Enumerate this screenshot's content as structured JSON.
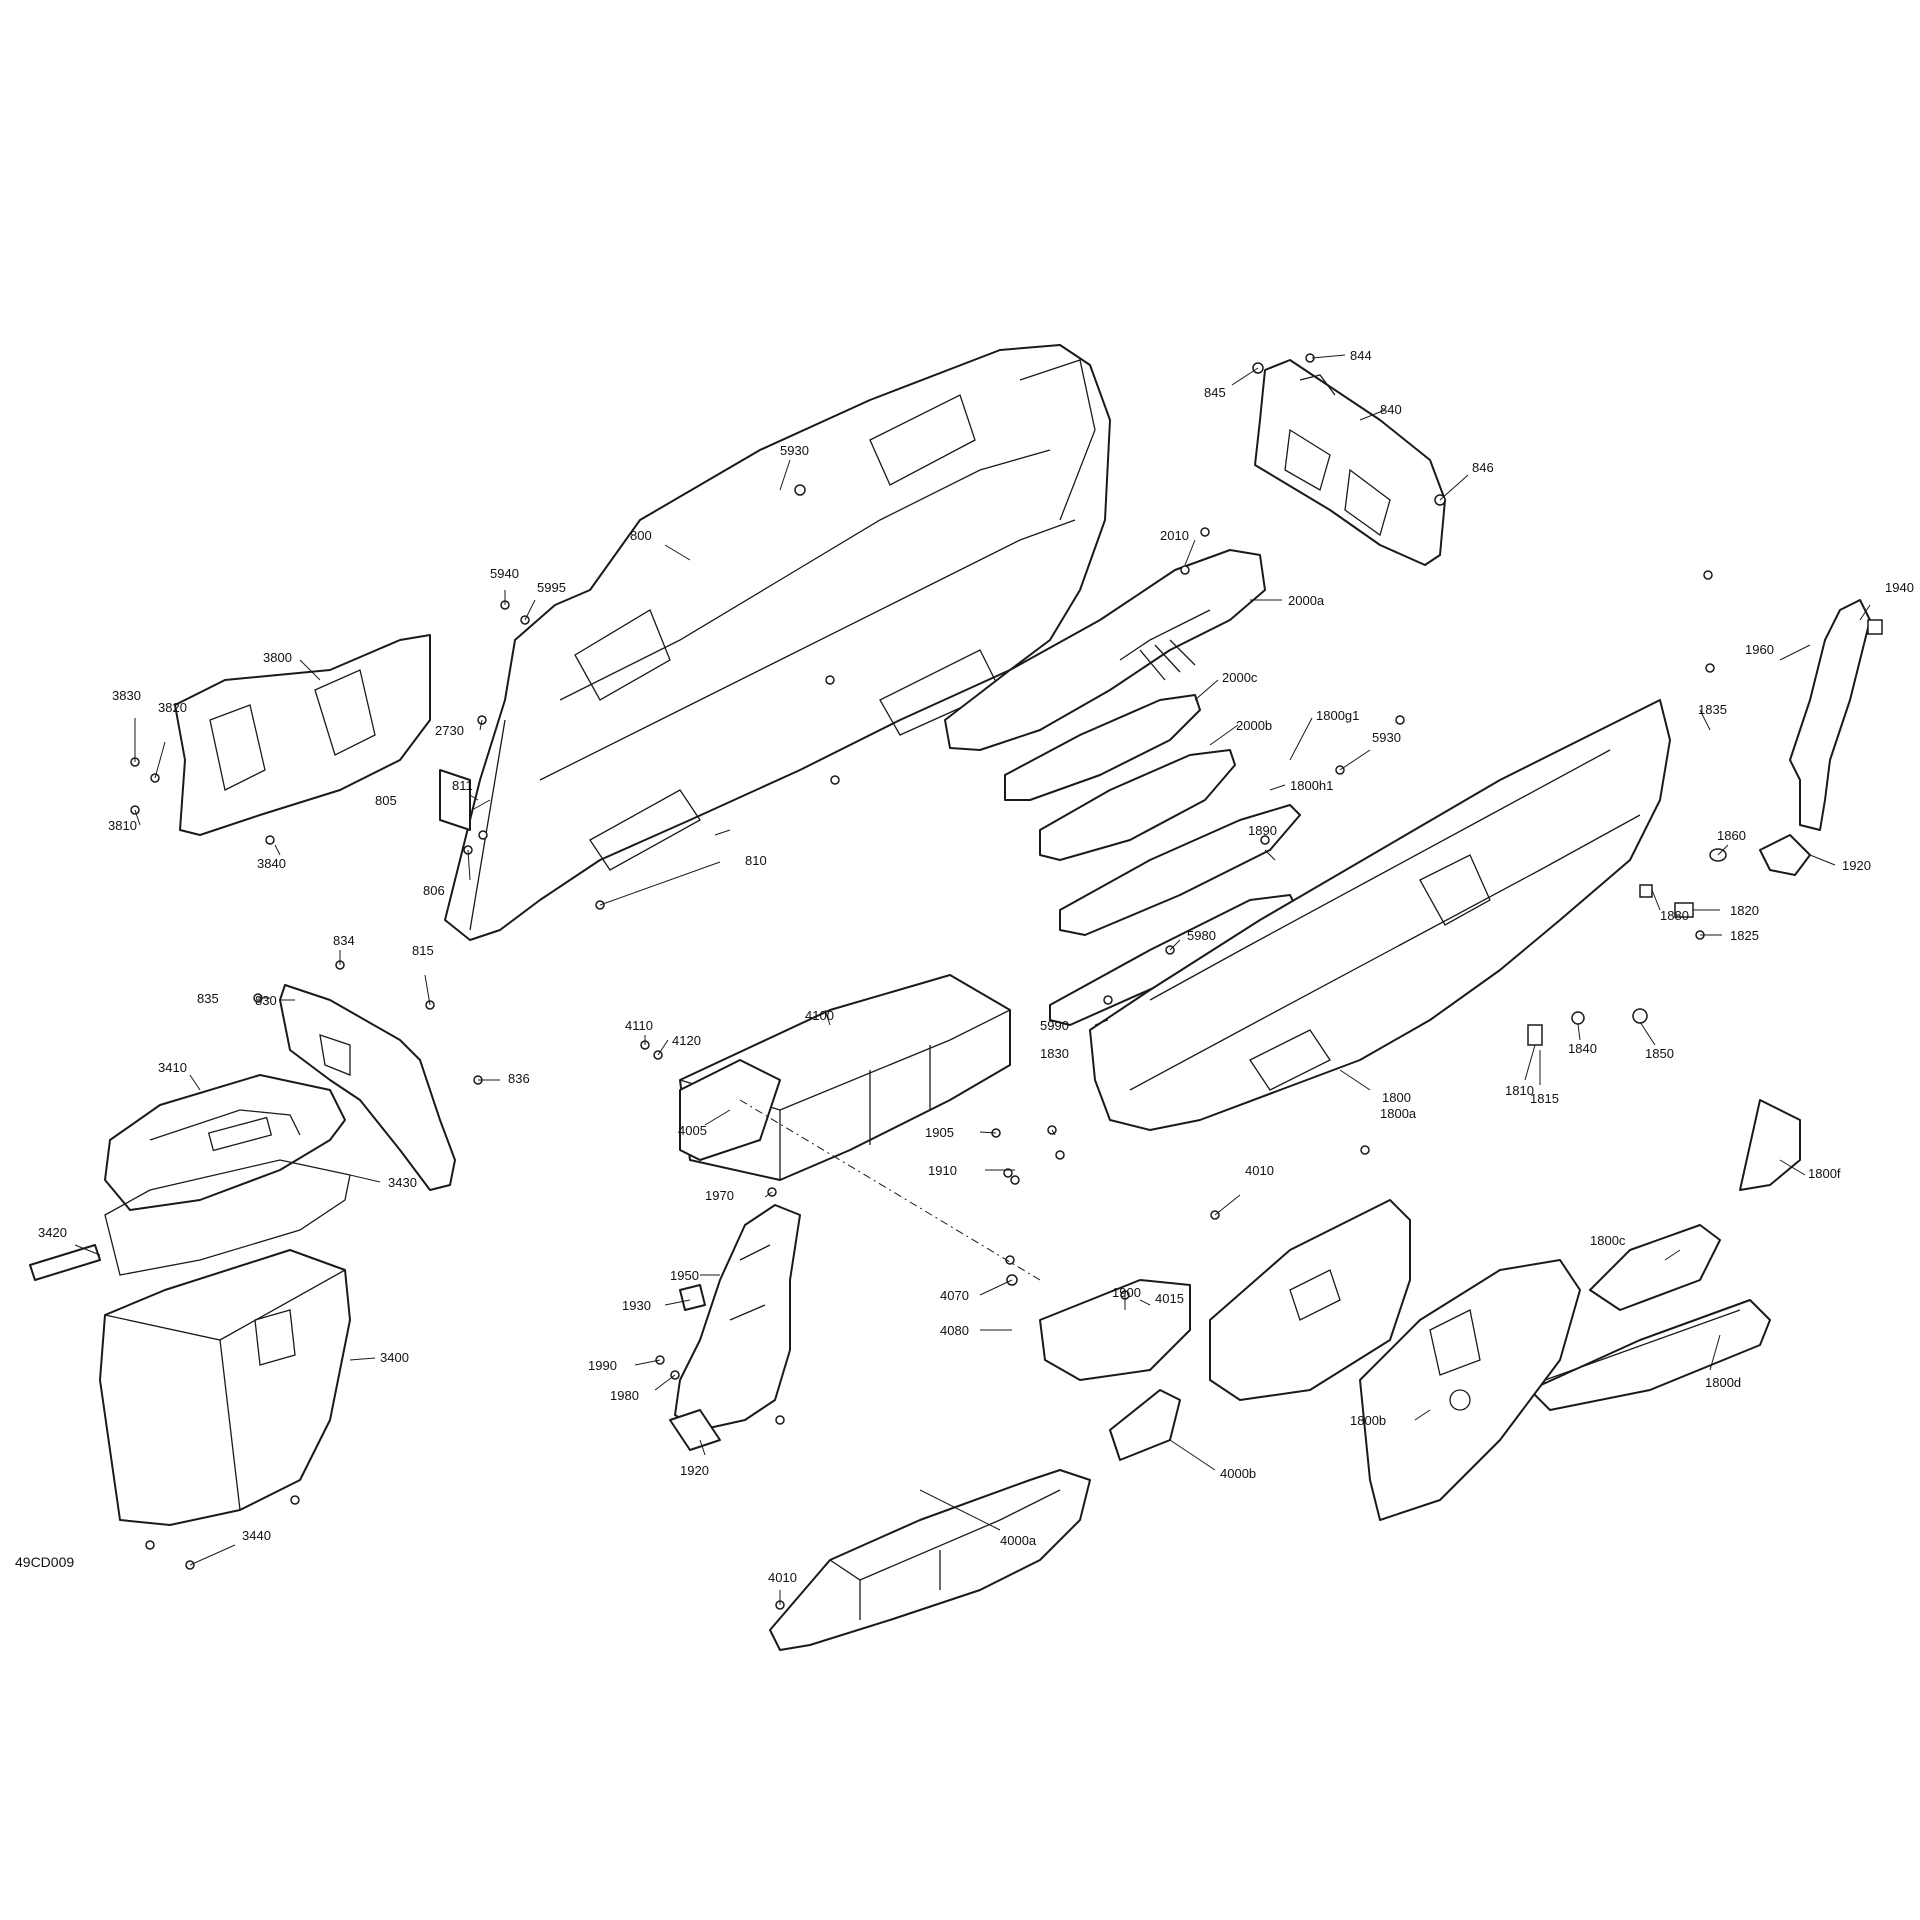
{
  "figure_id": "49CD009",
  "colors": {
    "line": "#1a1a1a",
    "background": "#ffffff"
  },
  "labels": {
    "l844": "844",
    "l845": "845",
    "l840": "840",
    "l846": "846",
    "l5930a": "5930",
    "l800": "800",
    "l2010": "2010",
    "l2000a": "2000a",
    "l5940": "5940",
    "l5995": "5995",
    "l3800": "3800",
    "l3830": "3830",
    "l3820": "3820",
    "l2730": "2730",
    "l2000c": "2000c",
    "l2000b": "2000b",
    "l1800g1": "1800g1",
    "l1940": "1940",
    "l1960": "1960",
    "l1835": "1835",
    "l5930b": "5930",
    "l1800h1": "1800h1",
    "l811": "811",
    "l805": "805",
    "l3810": "3810",
    "l3840": "3840",
    "l806": "806",
    "l810": "810",
    "l1890": "1890",
    "l1860": "1860",
    "l1920a": "1920",
    "l834": "834",
    "l835": "835",
    "l815": "815",
    "l5980": "5980",
    "l1880": "1880",
    "l1820": "1820",
    "l1825": "1825",
    "l4100": "4100",
    "l830": "830",
    "l5990": "5990",
    "l1840": "1840",
    "l1850": "1850",
    "l4110": "4110",
    "l4120": "4120",
    "l3410": "3410",
    "l836": "836",
    "l1830": "1830",
    "l1800": "1800",
    "l1800a": "1800a",
    "l1810": "1810",
    "l1815": "1815",
    "l4005": "4005",
    "l1905": "1905",
    "l1910": "1910",
    "l4010a": "4010",
    "l1800f": "1800f",
    "l3420": "3420",
    "l3430": "3430",
    "l1970": "1970",
    "l1800c": "1800c",
    "l1950": "1950",
    "l1900": "1900",
    "l4015": "4015",
    "l1930": "1930",
    "l4070": "4070",
    "l4080": "4080",
    "l3400": "3400",
    "l1990": "1990",
    "l1980": "1980",
    "l1800d": "1800d",
    "l1920b": "1920",
    "l1800b": "1800b",
    "l4000b": "4000b",
    "l4010b": "4010",
    "l4000a": "4000a",
    "l3440": "3440"
  }
}
